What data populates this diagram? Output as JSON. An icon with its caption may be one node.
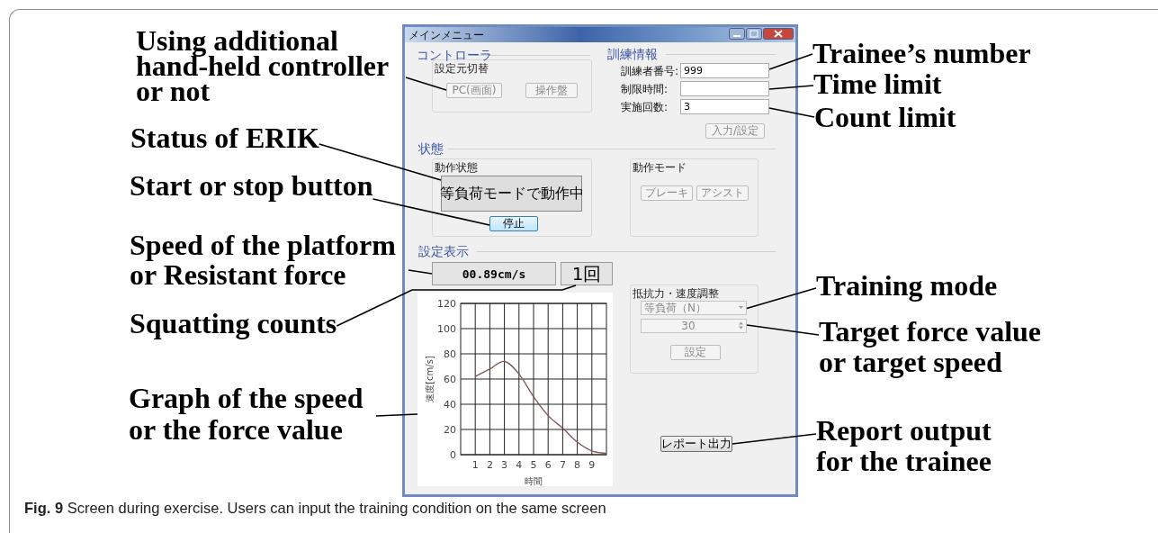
{
  "diagram": {
    "caption": "**Fig. 9** Screen during exercise. Users can input the training condition on the same screen",
    "nodes": [
      {
        "text": [
          "メインメニュー"
        ]
      },
      {
        "text": [
          "設定元切替"
        ],
        "in": 0
      },
      {
        "text": [
          "PC(画面)"
        ],
        "in": 1
      },
      {
        "text": [
          "操作盤"
        ],
        "in": 1
      },
      {
        "text": [
          "999"
        ],
        "beside": [
          "訓練者番号:"
        ],
        "in": 0
      },
      {
        "text": [],
        "shape": "box",
        "beside": [
          "制限時間:"
        ],
        "in": 0
      },
      {
        "text": [
          "3"
        ],
        "beside": [
          "実施回数:"
        ],
        "in": 0
      },
      {
        "text": [
          "入力/設定"
        ],
        "in": 0
      },
      {
        "text": [
          "動作状態"
        ],
        "in": 0
      },
      {
        "text": [
          "等負荷モードで動作中"
        ],
        "in": 8
      },
      {
        "text": [
          "停止"
        ],
        "in": 8
      },
      {
        "text": [
          "動作モード"
        ],
        "in": 0
      },
      {
        "text": [
          "ブレーキ"
        ],
        "in": 11
      },
      {
        "text": [
          "アシスト"
        ],
        "in": 11
      },
      {
        "text": [
          "00.89cm/s"
        ],
        "in": 0
      },
      {
        "text": [
          "1回"
        ],
        "in": 0
      },
      {
        "text": [],
        "shape": "chart",
        "in": 0
      },
      {
        "text": [
          "抵抗力・速度調整"
        ],
        "in": 0
      },
      {
        "text": [
          "等負荷（N）"
        ],
        "in": 17
      },
      {
        "text": [
          "30"
        ],
        "in": 17
      },
      {
        "text": [
          "設定"
        ],
        "in": 17
      },
      {
        "text": [
          "レポート出力"
        ],
        "in": 0
      },
      {
        "text": [
          "Using additional hand-held controller or not"
        ]
      },
      {
        "text": [
          "Trainee’s number"
        ]
      },
      {
        "text": [
          "Time limit"
        ]
      },
      {
        "text": [
          "Count limit"
        ]
      },
      {
        "text": [
          "Status of ERIK"
        ]
      },
      {
        "text": [
          "Start or stop button"
        ]
      },
      {
        "text": [
          "Speed of the platform or Resistant force"
        ]
      },
      {
        "text": [
          "Squatting counts"
        ]
      },
      {
        "text": [
          "Training mode"
        ]
      },
      {
        "text": [
          "Target force value or target speed"
        ]
      },
      {
        "text": [
          "Graph of the speed or the force value"
        ]
      },
      {
        "text": [
          "Report output for the trainee"
        ]
      }
    ],
    "edges": [
      {
        "from": 22,
        "to": 2,
        "arrow": "none"
      },
      {
        "from": 23,
        "to": 4,
        "arrow": "none"
      },
      {
        "from": 24,
        "to": 5,
        "arrow": "none"
      },
      {
        "from": 25,
        "to": 6,
        "arrow": "none"
      },
      {
        "from": 26,
        "to": 9,
        "arrow": "none"
      },
      {
        "from": 27,
        "to": 10,
        "arrow": "none"
      },
      {
        "from": 28,
        "to": 14,
        "arrow": "none"
      },
      {
        "from": 29,
        "to": 15,
        "arrow": "none"
      },
      {
        "from": 30,
        "to": 18,
        "arrow": "none"
      },
      {
        "from": 31,
        "to": 19,
        "arrow": "none"
      },
      {
        "from": 32,
        "to": 16,
        "arrow": "none"
      },
      {
        "from": 33,
        "to": 21,
        "arrow": "none"
      }
    ],
    "labels": [
      "コントローラ",
      "訓練情報",
      "状態",
      "設定表示"
    ],
    "chart_data": {
      "type": "line",
      "xlabel": "時間",
      "ylabel": "速度[cm/s]",
      "x": [
        1,
        2,
        3,
        4,
        5,
        6,
        7,
        8,
        9,
        10
      ],
      "series": [
        {
          "color": "#7a5a52",
          "values": [
            62,
            68,
            74,
            64,
            46,
            31,
            21,
            10,
            3,
            1
          ]
        }
      ],
      "xlim": [
        0,
        10
      ],
      "ylim": [
        0,
        120
      ],
      "grid": true,
      "xticks": [
        1,
        2,
        3,
        4,
        5,
        6,
        7,
        8,
        9
      ],
      "yticks": [
        0,
        20,
        40,
        60,
        80,
        100,
        120
      ]
    }
  }
}
